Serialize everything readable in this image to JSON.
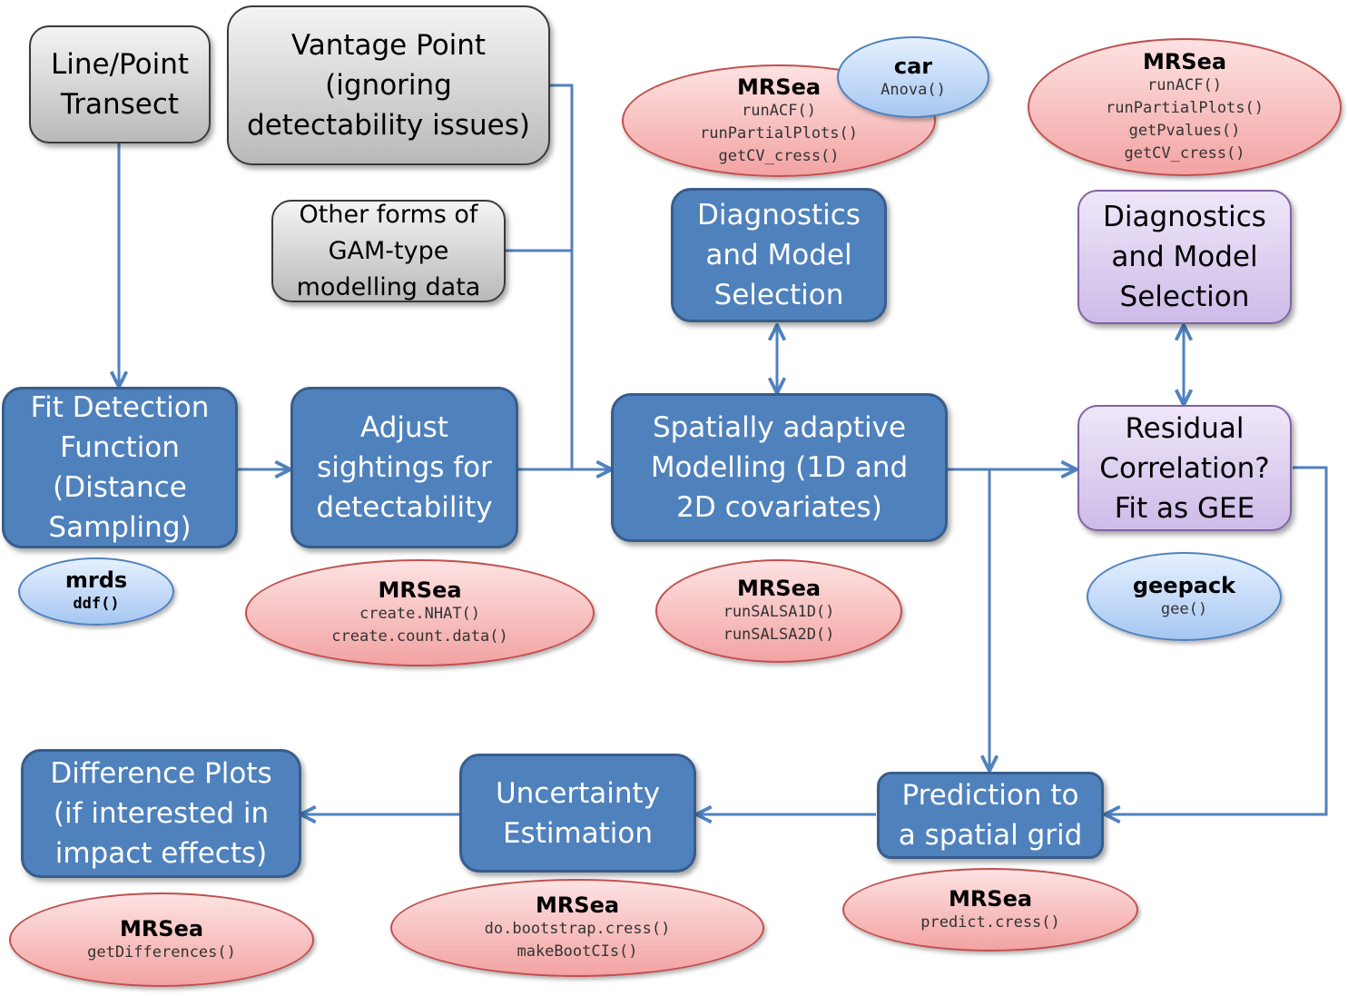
{
  "colors": {
    "process": "#4f81bd",
    "process_border": "#385d8a",
    "arrow": "#4f81bd",
    "gee_box": "#d9ccf0",
    "input_box": "#d0d0d0",
    "package_pink": "#f8c4c4",
    "package_blue": "#c2d9f7"
  },
  "inputs": {
    "line_point": "Line/Point\nTransect",
    "vantage": "Vantage Point\n(ignoring\ndetectability issues)",
    "other": "Other forms of\nGAM-type\nmodelling data"
  },
  "process": {
    "fit_detection": "Fit Detection\nFunction\n(Distance\nSampling)",
    "adjust": "Adjust\nsightings for\ndetectability",
    "spatial": "Spatially adaptive\nModelling (1D and\n2D covariates)",
    "diag1": "Diagnostics\nand Model\nSelection",
    "diag2": "Diagnostics\nand Model\nSelection",
    "residual": "Residual\nCorrelation?\nFit as GEE",
    "prediction": "Prediction to\na spatial grid",
    "uncertainty": "Uncertainty\nEstimation",
    "difference": "Difference Plots\n(if interested in\nimpact effects)"
  },
  "packages": {
    "mrds": {
      "name": "mrds",
      "functions": [
        "ddf()"
      ]
    },
    "adjust": {
      "name": "MRSea",
      "functions": [
        "create.NHAT()",
        "create.count.data()"
      ]
    },
    "salsa": {
      "name": "MRSea",
      "functions": [
        "runSALSA1D()",
        "runSALSA2D()"
      ]
    },
    "diag1": {
      "name": "MRSea",
      "functions": [
        "runACF()",
        "runPartialPlots()",
        "getCV_cress()"
      ]
    },
    "car": {
      "name": "car",
      "functions": [
        "Anova()"
      ]
    },
    "diag2": {
      "name": "MRSea",
      "functions": [
        "runACF()",
        "runPartialPlots()",
        "getPvalues()",
        "getCV_cress()"
      ]
    },
    "geepack": {
      "name": "geepack",
      "functions": [
        "gee()"
      ]
    },
    "predict": {
      "name": "MRSea",
      "functions": [
        "predict.cress()"
      ]
    },
    "boot": {
      "name": "MRSea",
      "functions": [
        "do.bootstrap.cress()",
        "makeBootCIs()"
      ]
    },
    "diff": {
      "name": "MRSea",
      "functions": [
        "getDifferences()"
      ]
    }
  }
}
